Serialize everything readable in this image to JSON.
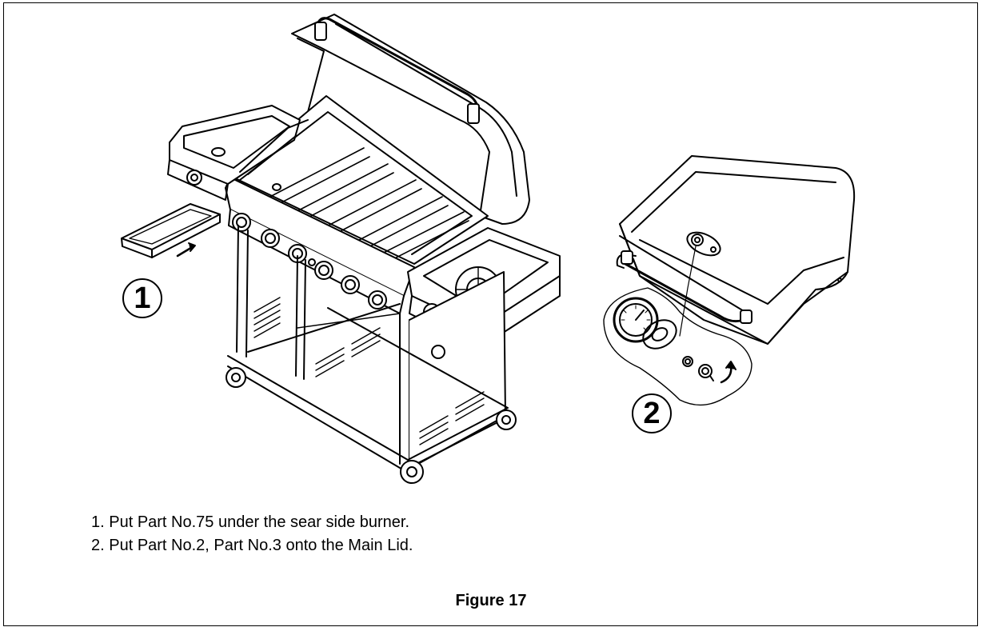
{
  "figure": {
    "steps": [
      {
        "badge": "1"
      },
      {
        "badge": "2"
      }
    ],
    "instructions": [
      "1. Put Part No.75 under the sear side burner.",
      "2. Put Part No.2, Part No.3 onto the Main Lid."
    ],
    "caption": "Figure 17"
  }
}
